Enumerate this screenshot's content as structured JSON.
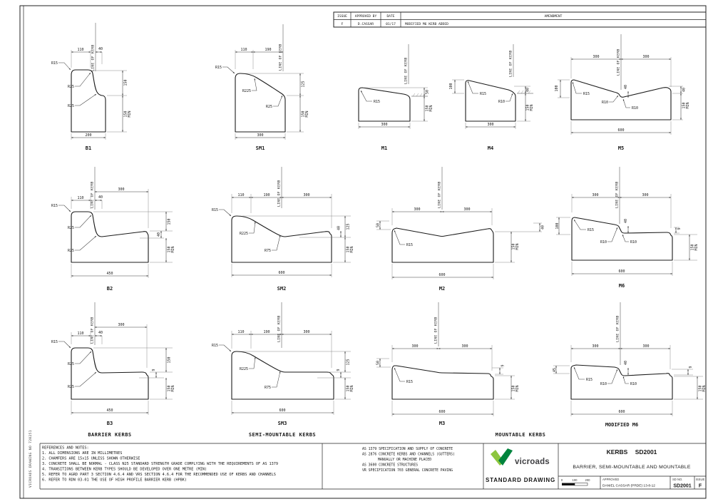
{
  "sheet": {
    "side_label": "VICROADS DRAWING NO 720251"
  },
  "revision": {
    "issue_h": "ISSUE",
    "approved_h": "APPROVED BY",
    "date_h": "DATE",
    "amendment_h": "AMENDMENT",
    "issue": "F",
    "approved": "D.CASSAR",
    "date": "01/17",
    "amendment": "MODIFIED M6 KERB ADDED"
  },
  "labels": {
    "line_of_kerb": "LINE OF KERB",
    "min": "MIN"
  },
  "kerbs": {
    "b1": {
      "name": "B1",
      "dims": {
        "w1": "110",
        "w2": "40",
        "h1": "150",
        "h2": "150",
        "base": "200"
      },
      "radii": {
        "r1": "R15",
        "r2": "R25",
        "r3": "R25"
      }
    },
    "sm1": {
      "name": "SM1",
      "dims": {
        "w1": "110",
        "w2": "190",
        "h1": "125",
        "h2": "150",
        "base": "300"
      },
      "radii": {
        "r1": "R15",
        "r2": "R225",
        "r3": "R25"
      }
    },
    "m1": {
      "name": "M1",
      "dims": {
        "h1": "50",
        "h2": "150",
        "base": "300"
      },
      "radii": {
        "r1": "R15"
      }
    },
    "m4": {
      "name": "M4",
      "dims": {
        "h1": "100",
        "h2": "40",
        "h3": "150",
        "base": "300"
      },
      "radii": {
        "r1": "R15",
        "r2": "R10"
      }
    },
    "m5": {
      "name": "M5",
      "dims": {
        "w1": "300",
        "w2": "300",
        "h1": "100",
        "h2": "40",
        "h3": "40",
        "h4": "150",
        "base": "600"
      },
      "radii": {
        "r1": "R15",
        "r2": "R10",
        "r3": "R10"
      }
    },
    "b2": {
      "name": "B2",
      "dims": {
        "w1": "110",
        "w2": "40",
        "w3": "300",
        "h1": "150",
        "h2": "40",
        "h3": "150",
        "base": "450"
      },
      "radii": {
        "r1": "R15",
        "r2": "R25",
        "r3": "R25"
      }
    },
    "sm2": {
      "name": "SM2",
      "dims": {
        "w1": "110",
        "w2": "190",
        "w3": "300",
        "h1": "40",
        "h2": "125",
        "h3": "150",
        "base": "600"
      },
      "radii": {
        "r1": "R15",
        "r2": "R225",
        "r3": "R75"
      }
    },
    "m2": {
      "name": "M2",
      "dims": {
        "w1": "300",
        "w2": "300",
        "h1": "50",
        "h2": "40",
        "h3": "150",
        "base": "600"
      },
      "radii": {
        "r1": "R15"
      }
    },
    "m6": {
      "name": "M6",
      "dims": {
        "w1": "300",
        "w2": "300",
        "h1": "100",
        "h2": "40",
        "h3": "9",
        "h4": "150",
        "base": "600"
      },
      "radii": {
        "r1": "R15",
        "r2": "R10",
        "r3": "R10"
      }
    },
    "b3": {
      "name": "B3",
      "dims": {
        "w1": "110",
        "w2": "40",
        "w3": "300",
        "h1": "150",
        "h2": "9",
        "h3": "150",
        "base": "450"
      },
      "radii": {
        "r1": "R15",
        "r2": "R25",
        "r3": "R25"
      }
    },
    "sm3": {
      "name": "SM3",
      "dims": {
        "w1": "110",
        "w2": "190",
        "w3": "300",
        "h1": "125",
        "h2": "9",
        "h3": "150",
        "base": "600"
      },
      "radii": {
        "r1": "R15",
        "r2": "R225",
        "r3": "R75"
      }
    },
    "m3": {
      "name": "M3",
      "dims": {
        "w1": "300",
        "w2": "300",
        "h1": "50",
        "h2": "9",
        "h3": "150",
        "base": "600"
      },
      "radii": {
        "r1": "R15"
      }
    },
    "mod_m6": {
      "name": "MODIFIED M6",
      "dims": {
        "w1": "300",
        "w2": "300",
        "h1": "45",
        "h2": "40",
        "h3": "9",
        "h4": "150",
        "base": "600"
      },
      "radii": {
        "r1": "R15",
        "r2": "R10",
        "r3": "R10"
      }
    }
  },
  "groups": {
    "barrier": "BARRIER KERBS",
    "semi_mountable": "SEMI-MOUNTABLE KERBS",
    "mountable": "MOUNTABLE KERBS"
  },
  "notes": {
    "title": "REFERENCES AND NOTES:",
    "items": [
      "1. ALL DIMENSIONS ARE IN MILLIMETRES",
      "2. CHAMFERS ARE 15x15 UNLESS SHOWN OTHERWISE",
      "3. CONCRETE SHALL BE NORMAL - CLASS N25 STANDARD STRENGTH GRADE COMPLYING WITH THE REQUIREMENTS OF AS 1379",
      "4. TRANSITIONS BETWEEN KERB TYPES SHOULD BE DEVELOPED OVER ONE METRE (MIN)",
      "5. REFER TO AGRD PART 3 SECTION 4.6.4 AND VRS SECTION 4.6.4 FOR THE RECOMMENDED USE OF KERBS AND CHANNELS",
      "6. REFER TO RDN 03-01 THE USE OF HIGH PROFILE BARRIER KERB (HPBK)"
    ]
  },
  "specs": {
    "lines": [
      "AS 1379 SPECIFICATION AND SUPPLY OF CONCRETE",
      "AS 2876 CONCRETE KERBS AND CHANNELS (GUTTERS)",
      "MANUALLY OR MACHINE PLACED",
      "AS 3600 CONCRETE STRUCTURES",
      "VR SPECIFICATION 703 GENERAL CONCRETE PAVING"
    ]
  },
  "logo": {
    "brand": "vicroads",
    "subtitle": "STANDARD DRAWING",
    "green_light": "#8dc63f",
    "green_dark": "#00843d"
  },
  "title_block": {
    "title": "KERBS SD2001",
    "subtitle": "BARRIER, SEMI-MOUNTABLE AND MOUNTABLE",
    "scale": {
      "s0": "0",
      "s1": "100",
      "s2": "200"
    },
    "approved_label": "APPROVED",
    "approved_by": "DANIEL CASSAR (PRDE) 13-8-12",
    "sd_no_label": "SD NO.",
    "sd_no": "SD2001",
    "issue_label": "ISSUE",
    "issue": "F"
  }
}
